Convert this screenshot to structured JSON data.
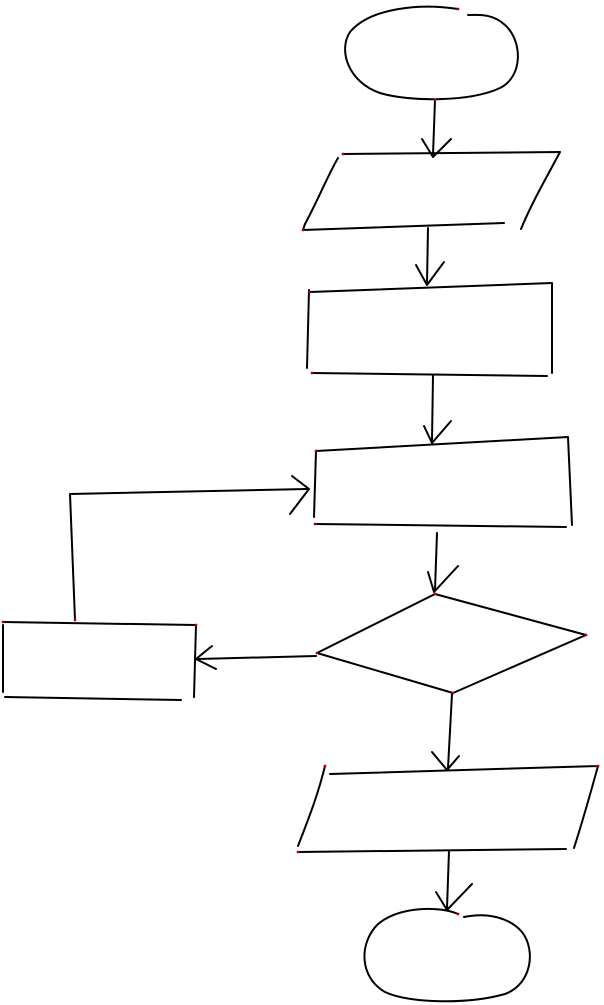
{
  "diagram": {
    "type": "flowchart",
    "style": "hand-drawn",
    "colors": {
      "stroke": "#000000",
      "background": "#ffffff",
      "vertex_dots": "#c00000"
    },
    "nodes": [
      {
        "id": "start",
        "shape": "ellipse",
        "label": ""
      },
      {
        "id": "input",
        "shape": "parallelogram",
        "label": ""
      },
      {
        "id": "process-1",
        "shape": "rectangle",
        "label": ""
      },
      {
        "id": "process-2",
        "shape": "rectangle",
        "label": ""
      },
      {
        "id": "decision",
        "shape": "diamond",
        "label": ""
      },
      {
        "id": "loop-process",
        "shape": "rectangle",
        "label": ""
      },
      {
        "id": "output",
        "shape": "parallelogram",
        "label": ""
      },
      {
        "id": "end",
        "shape": "ellipse",
        "label": ""
      }
    ],
    "edges": [
      {
        "from": "start",
        "to": "input",
        "label": ""
      },
      {
        "from": "input",
        "to": "process-1",
        "label": ""
      },
      {
        "from": "process-1",
        "to": "process-2",
        "label": ""
      },
      {
        "from": "process-2",
        "to": "decision",
        "label": ""
      },
      {
        "from": "decision",
        "to": "loop-process",
        "label": ""
      },
      {
        "from": "loop-process",
        "to": "process-2",
        "label": ""
      },
      {
        "from": "decision",
        "to": "output",
        "label": ""
      },
      {
        "from": "output",
        "to": "end",
        "label": ""
      }
    ]
  }
}
